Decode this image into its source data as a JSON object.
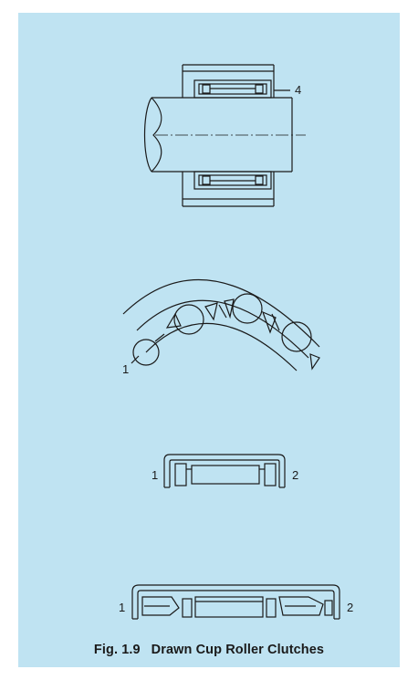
{
  "figure": {
    "number": "Fig. 1.9",
    "title": "Drawn Cup Roller Clutches"
  },
  "callouts": {
    "top": "4",
    "arc_left": "1",
    "cup_small_left": "1",
    "cup_small_right": "2",
    "cup_wide_left": "1",
    "cup_wide_right": "2"
  },
  "colors": {
    "panel": "#bfe3f2",
    "line": "#1a1a1a"
  }
}
